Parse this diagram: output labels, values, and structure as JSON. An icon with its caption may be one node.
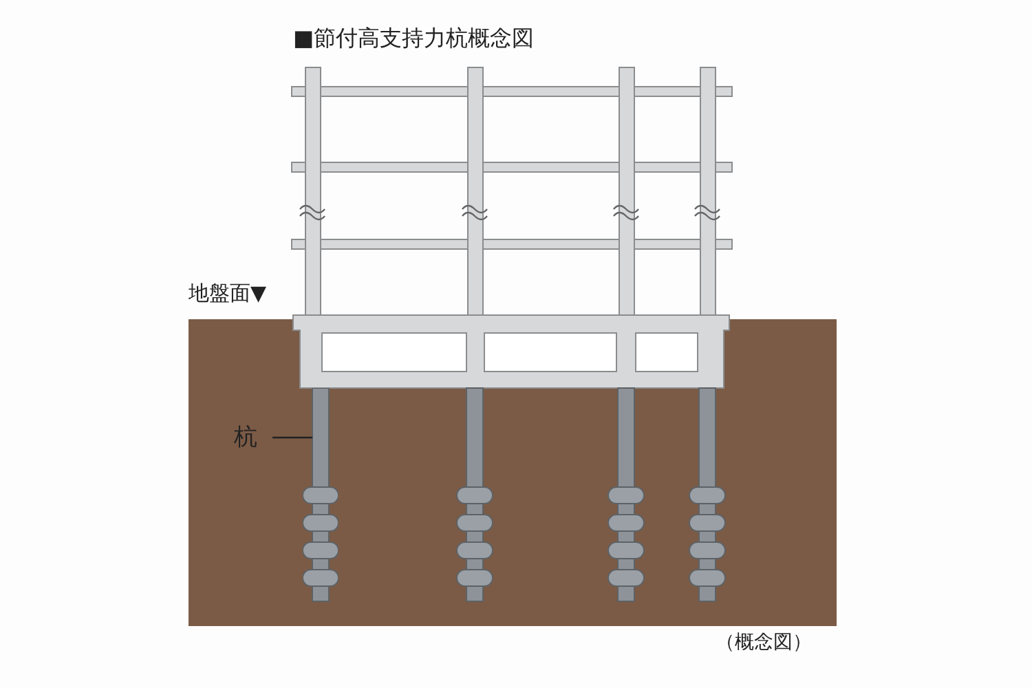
{
  "diagram": {
    "title": "■節付高支持力杭概念図",
    "caption": "（概念図）",
    "nodes": [
      {
        "text": [
          "杭"
        ]
      },
      {
        "text": [],
        "shape": "picture"
      }
    ],
    "edges": [
      {
        "from": 0,
        "to": 1,
        "arrow": "none"
      }
    ],
    "labels": [
      "地盤面▼"
    ]
  }
}
